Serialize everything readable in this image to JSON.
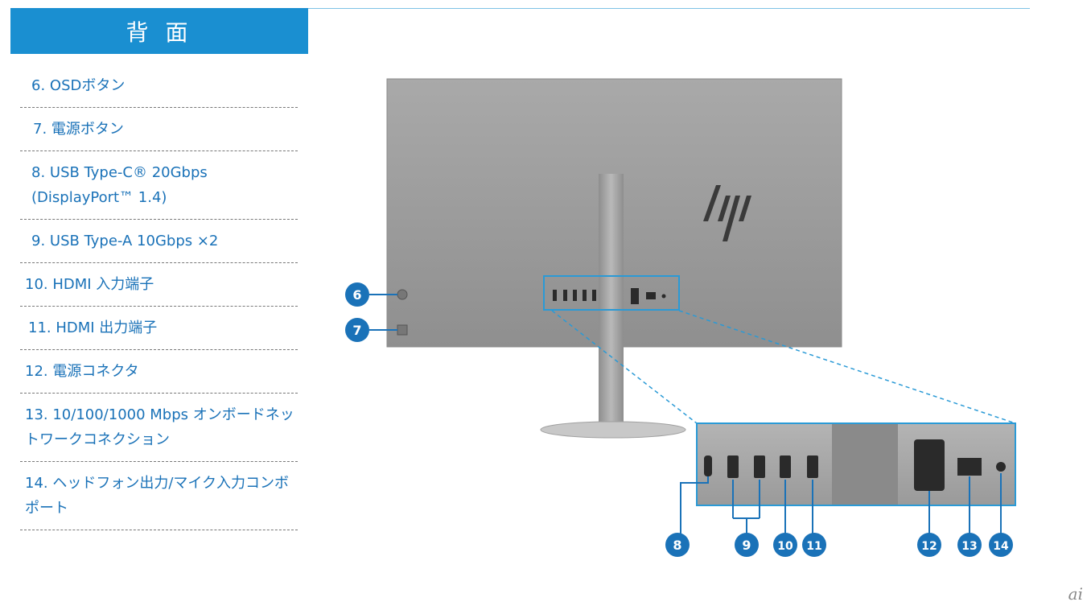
{
  "header": {
    "title": "背 面"
  },
  "legend": [
    {
      "label": "6. OSDボタン"
    },
    {
      "label": "7. 電源ボタン"
    },
    {
      "label": "8. USB Type-C® 20Gbps (DisplayPort™ 1.4)"
    },
    {
      "label": "9. USB Type-A 10Gbps ×2"
    },
    {
      "label": "10. HDMI 入力端子"
    },
    {
      "label": "11. HDMI 出力端子"
    },
    {
      "label": "12. 電源コネクタ"
    },
    {
      "label": "13. 10/100/1000 Mbps オンボードネットワークコネクション"
    },
    {
      "label": "14. ヘッドフォン出力/マイク入力コンボポート"
    }
  ],
  "callouts": [
    "6",
    "7",
    "8",
    "9",
    "10",
    "11",
    "12",
    "13",
    "14"
  ],
  "brand": {
    "logo": "hp"
  },
  "credit": "ai",
  "colors": {
    "accent": "#1a8fd1",
    "callout": "#1a72b8",
    "monitor": "#9c9c9c"
  }
}
